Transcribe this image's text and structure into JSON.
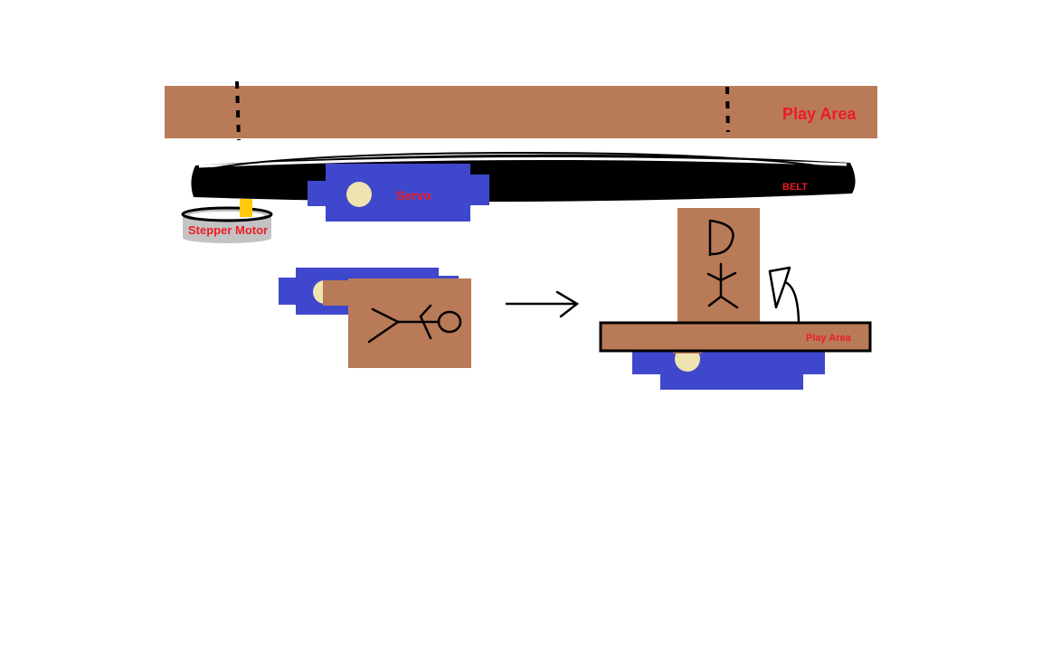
{
  "labels": {
    "play_area_top": "Play Area",
    "belt": "BELT",
    "servo": "Servo",
    "stepper_motor": "Stepper Motor",
    "play_area_side": "Play Area"
  },
  "colors": {
    "play_area": "#b97a57",
    "servo": "#3f48cc",
    "servo_horn": "#efe4b0",
    "belt": "#000000",
    "stepper": "#c3c3c3",
    "stepper_shaft": "#ffc90e",
    "label": "#ed1c24"
  }
}
